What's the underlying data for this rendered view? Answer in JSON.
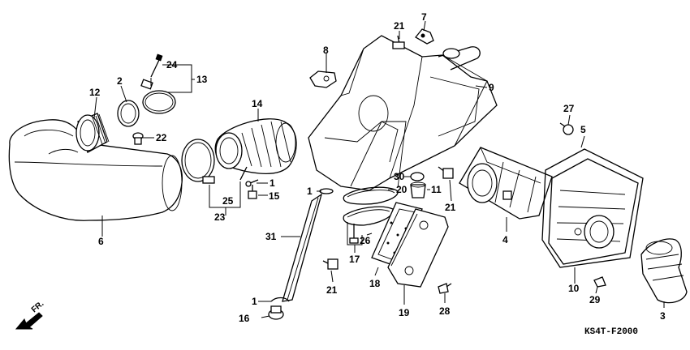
{
  "diagram": {
    "code": "KS4T-F2000",
    "fr_label": "FR.",
    "callouts": [
      {
        "id": "c1a",
        "label": "1"
      },
      {
        "id": "c1b",
        "label": "1"
      },
      {
        "id": "c1c",
        "label": "1"
      },
      {
        "id": "c2",
        "label": "2"
      },
      {
        "id": "c3",
        "label": "3"
      },
      {
        "id": "c4",
        "label": "4"
      },
      {
        "id": "c5",
        "label": "5"
      },
      {
        "id": "c6",
        "label": "6"
      },
      {
        "id": "c7",
        "label": "7"
      },
      {
        "id": "c8",
        "label": "8"
      },
      {
        "id": "c9",
        "label": "9"
      },
      {
        "id": "c10",
        "label": "10"
      },
      {
        "id": "c11",
        "label": "11"
      },
      {
        "id": "c12",
        "label": "12"
      },
      {
        "id": "c13",
        "label": "13"
      },
      {
        "id": "c14",
        "label": "14"
      },
      {
        "id": "c15",
        "label": "15"
      },
      {
        "id": "c16",
        "label": "16"
      },
      {
        "id": "c17",
        "label": "17"
      },
      {
        "id": "c18",
        "label": "18"
      },
      {
        "id": "c19",
        "label": "19"
      },
      {
        "id": "c20",
        "label": "20"
      },
      {
        "id": "c21a",
        "label": "21"
      },
      {
        "id": "c21b",
        "label": "21"
      },
      {
        "id": "c21c",
        "label": "21"
      },
      {
        "id": "c22",
        "label": "22"
      },
      {
        "id": "c23",
        "label": "23"
      },
      {
        "id": "c24",
        "label": "24"
      },
      {
        "id": "c25",
        "label": "25"
      },
      {
        "id": "c26",
        "label": "26"
      },
      {
        "id": "c27",
        "label": "27"
      },
      {
        "id": "c28",
        "label": "28"
      },
      {
        "id": "c29",
        "label": "29"
      },
      {
        "id": "c30",
        "label": "30"
      },
      {
        "id": "c31",
        "label": "31"
      }
    ]
  }
}
